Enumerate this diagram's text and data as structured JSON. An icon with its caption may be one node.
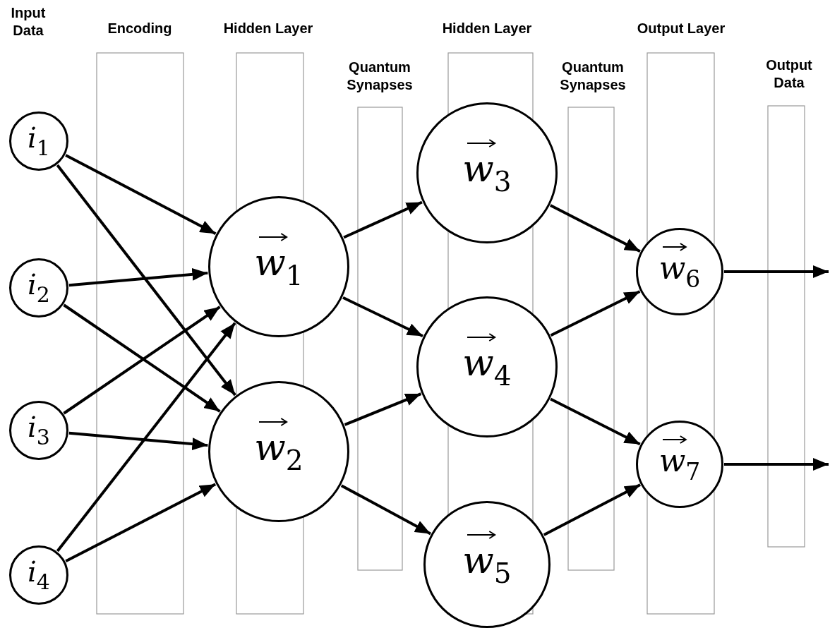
{
  "diagram": {
    "nodes": [
      {
        "text": [
          "*i*$_{1}$"
        ]
      },
      {
        "text": [
          "*i*$_{2}$"
        ]
      },
      {
        "text": [
          "*i*$_{3}$"
        ]
      },
      {
        "text": [
          "*i*$_{4}$"
        ]
      },
      {
        "text": [
          "*w⃗*$_{1}$"
        ]
      },
      {
        "text": [
          "*w⃗*$_{2}$"
        ]
      },
      {
        "text": [
          "*w⃗*$_{3}$"
        ]
      },
      {
        "text": [
          "*w⃗*$_{4}$"
        ]
      },
      {
        "text": [
          "*w⃗*$_{5}$"
        ]
      },
      {
        "text": [
          "*w⃗*$_{6}$"
        ]
      },
      {
        "text": [
          "*w⃗*$_{7}$"
        ]
      }
    ],
    "edges": [
      {
        "from": 0,
        "to": 4,
        "arrow": "to"
      },
      {
        "from": 0,
        "to": 5,
        "arrow": "to"
      },
      {
        "from": 1,
        "to": 4,
        "arrow": "to"
      },
      {
        "from": 1,
        "to": 5,
        "arrow": "to"
      },
      {
        "from": 2,
        "to": 4,
        "arrow": "to"
      },
      {
        "from": 2,
        "to": 5,
        "arrow": "to"
      },
      {
        "from": 3,
        "to": 4,
        "arrow": "to"
      },
      {
        "from": 3,
        "to": 5,
        "arrow": "to"
      },
      {
        "from": 4,
        "to": 6,
        "arrow": "to"
      },
      {
        "from": 4,
        "to": 7,
        "arrow": "to"
      },
      {
        "from": 5,
        "to": 7,
        "arrow": "to"
      },
      {
        "from": 5,
        "to": 8,
        "arrow": "to"
      },
      {
        "from": 6,
        "to": 9,
        "arrow": "to"
      },
      {
        "from": 7,
        "to": 9,
        "arrow": "to"
      },
      {
        "from": 7,
        "to": 10,
        "arrow": "to"
      },
      {
        "from": 8,
        "to": 10,
        "arrow": "to"
      },
      {
        "from": 9,
        "to": null,
        "arrow": "to"
      },
      {
        "from": 10,
        "to": null,
        "arrow": "to"
      }
    ],
    "labels": [
      "Input Data",
      "Encoding",
      "Hidden Layer",
      "Quantum Synapses",
      "Hidden Layer",
      "Quantum Synapses",
      "Output Layer",
      "Output Data"
    ]
  }
}
